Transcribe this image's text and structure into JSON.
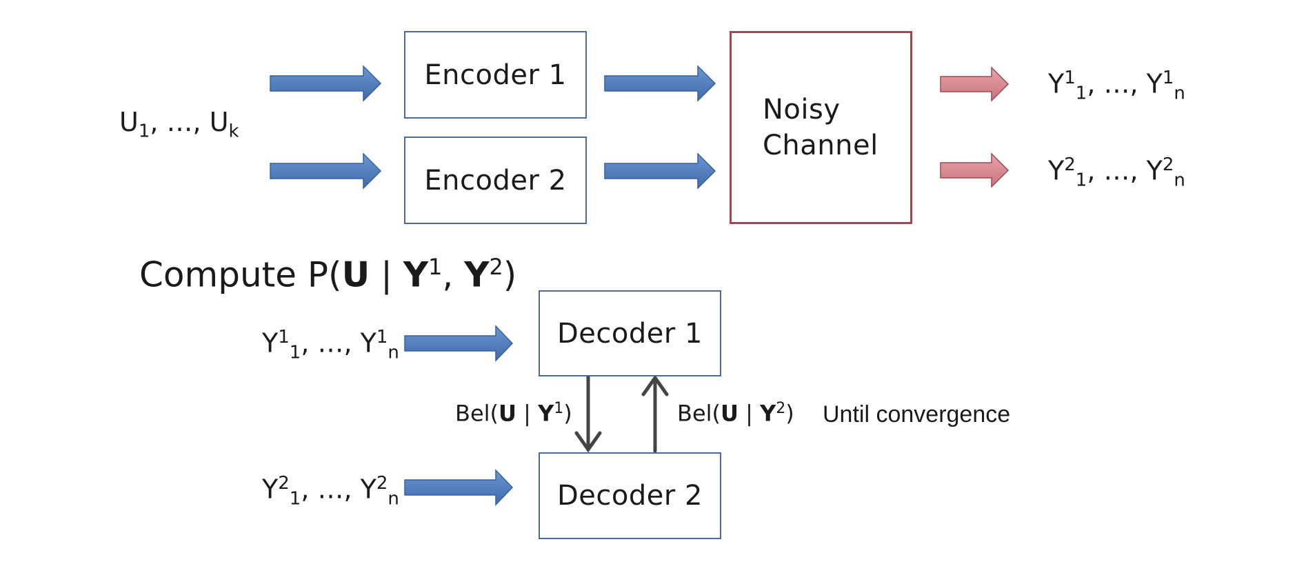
{
  "encoder": {
    "input": {
      "main": "U",
      "sub1": "1",
      "ellipsis": ", …, ",
      "main2": "U",
      "sub2": "k"
    },
    "encoder1": "Encoder 1",
    "encoder2": "Encoder 2",
    "channel_line1": "Noisy",
    "channel_line2": "Channel",
    "out1": {
      "a": "Y",
      "sup": "1",
      "sub1": "1",
      "mid": ", …, ",
      "b": "Y",
      "sup2": "1",
      "sub2": "n"
    },
    "out2": {
      "a": "Y",
      "sup": "2",
      "sub1": "1",
      "mid": ", …, ",
      "b": "Y",
      "sup2": "2",
      "sub2": "n"
    }
  },
  "decoder": {
    "compute": {
      "pre": "Compute P(",
      "u": "U",
      "bar": " | ",
      "y1": "Y",
      "s1": "1",
      "comma": ", ",
      "y2": "Y",
      "s2": "2",
      "close": ")"
    },
    "in1": {
      "a": "Y",
      "sup": "1",
      "sub1": "1",
      "mid": ", …, ",
      "b": "Y",
      "sup2": "1",
      "sub2": "n"
    },
    "in2": {
      "a": "Y",
      "sup": "2",
      "sub1": "1",
      "mid": ", …, ",
      "b": "Y",
      "sup2": "2",
      "sub2": "n"
    },
    "decoder1": "Decoder 1",
    "decoder2": "Decoder 2",
    "bel_down": {
      "pre": "Bel(",
      "u": "U",
      "bar": " | ",
      "y": "Y",
      "sup": "1",
      "close": ")"
    },
    "bel_up": {
      "pre": "Bel(",
      "u": "U",
      "bar": " | ",
      "y": "Y",
      "sup": "2",
      "close": ")"
    },
    "until": "Until convergence"
  },
  "colors": {
    "blue_arrow": "#4f7fc0",
    "red_arrow": "#d88a90",
    "blue_border": "#4a6a9e",
    "red_border": "#9c4a52"
  }
}
